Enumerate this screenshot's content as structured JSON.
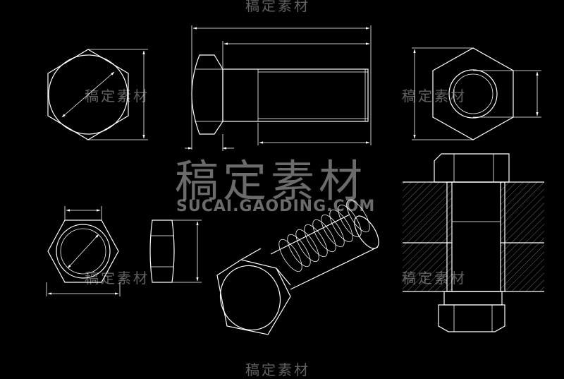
{
  "watermark": {
    "brand": "稿定素材",
    "url": "SUCAI.GAODING.COM",
    "tile": "稿定素材"
  },
  "colors": {
    "background": "#000000",
    "line": "#ffffff"
  }
}
